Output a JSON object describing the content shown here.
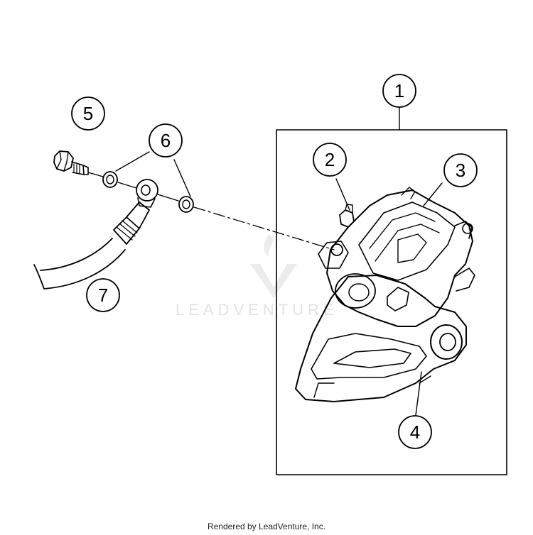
{
  "callouts": [
    "1",
    "2",
    "3",
    "4",
    "5",
    "6",
    "7"
  ],
  "watermark": {
    "brand": "LEADVENTURE"
  },
  "footer": {
    "credit": "Rendered by LeadVenture, Inc."
  }
}
